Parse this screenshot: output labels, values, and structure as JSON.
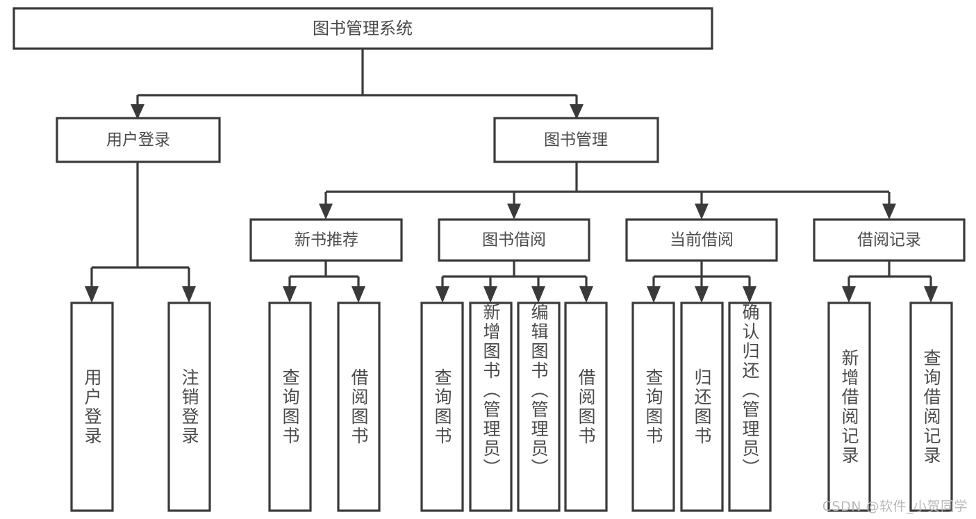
{
  "diagram": {
    "type": "tree-hierarchy-chart",
    "title_node": {
      "label": "图书管理系统"
    },
    "watermark": "CSDN @软件_小贺同学",
    "colors": {
      "box_stroke": "#3a3a3a",
      "box_fill": "#ffffff",
      "text": "#4a4a4a",
      "connector": "#3a3a3a",
      "background": "#ffffff",
      "watermark": "#b9b9b9"
    },
    "level2": [
      {
        "label": "用户登录"
      },
      {
        "label": "图书管理"
      }
    ],
    "level3": [
      {
        "label": "新书推荐"
      },
      {
        "label": "图书借阅"
      },
      {
        "label": "当前借阅"
      },
      {
        "label": "借阅记录"
      }
    ],
    "leaves": {
      "user_login": [
        {
          "label": "用户登录"
        },
        {
          "label": "注销登录"
        }
      ],
      "new_book_recommend": [
        {
          "label": "查询图书"
        },
        {
          "label": "借阅图书"
        }
      ],
      "book_borrow": [
        {
          "label": "查询图书"
        },
        {
          "label": "新增图书（管理员）"
        },
        {
          "label": "编辑图书（管理员）"
        },
        {
          "label": "借阅图书"
        }
      ],
      "current_borrow": [
        {
          "label": "查询图书"
        },
        {
          "label": "归还图书"
        },
        {
          "label": "确认归还（管理员）"
        }
      ],
      "borrow_record": [
        {
          "label": "新增借阅记录"
        },
        {
          "label": "查询借阅记录"
        }
      ]
    }
  }
}
